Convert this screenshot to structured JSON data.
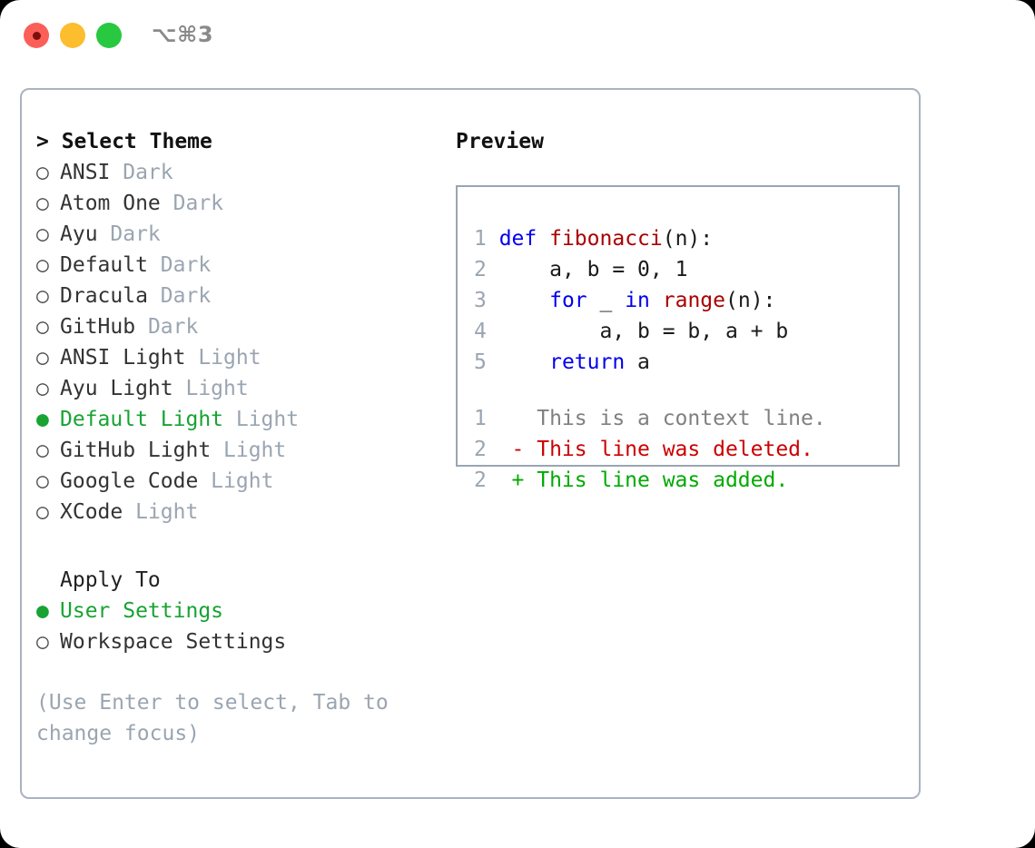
{
  "titlebar": {
    "shortcut": "⌥⌘3",
    "buttons": {
      "close": "close-button",
      "minimize": "minimize-button",
      "maximize": "maximize-button"
    },
    "colors": {
      "close": "#fb5f57",
      "close_inner": "#7a0f0c",
      "minimize": "#fcbd2e",
      "maximize": "#28c840"
    }
  },
  "theme_picker": {
    "header": "> Select Theme",
    "bullet_selected": "●",
    "bullet_unselected": "○",
    "accent_color": "#18a333",
    "tag_color": "#9aa5b1",
    "items": [
      {
        "name": "ANSI",
        "tag": "Dark",
        "selected": false
      },
      {
        "name": "Atom One",
        "tag": "Dark",
        "selected": false
      },
      {
        "name": "Ayu",
        "tag": "Dark",
        "selected": false
      },
      {
        "name": "Default",
        "tag": "Dark",
        "selected": false
      },
      {
        "name": "Dracula",
        "tag": "Dark",
        "selected": false
      },
      {
        "name": "GitHub",
        "tag": "Dark",
        "selected": false
      },
      {
        "name": "ANSI Light",
        "tag": "Light",
        "selected": false
      },
      {
        "name": "Ayu Light",
        "tag": "Light",
        "selected": false
      },
      {
        "name": "Default Light",
        "tag": "Light",
        "selected": true
      },
      {
        "name": "GitHub Light",
        "tag": "Light",
        "selected": false
      },
      {
        "name": "Google Code",
        "tag": "Light",
        "selected": false
      },
      {
        "name": "XCode",
        "tag": "Light",
        "selected": false
      }
    ]
  },
  "apply_to": {
    "header": "Apply To",
    "items": [
      {
        "name": "User Settings",
        "selected": true
      },
      {
        "name": "Workspace Settings",
        "selected": false
      }
    ]
  },
  "hint": "(Use Enter to select, Tab to change focus)",
  "preview": {
    "title": "Preview",
    "code_lines": [
      {
        "num": "1",
        "tokens": [
          {
            "t": "def",
            "c": "kw"
          },
          {
            "t": " ",
            "c": "plain"
          },
          {
            "t": "fibonacci",
            "c": "fn"
          },
          {
            "t": "(n):",
            "c": "plain"
          }
        ]
      },
      {
        "num": "2",
        "tokens": [
          {
            "t": "    a, b = 0, 1",
            "c": "plain"
          }
        ]
      },
      {
        "num": "3",
        "tokens": [
          {
            "t": "    ",
            "c": "plain"
          },
          {
            "t": "for",
            "c": "kw"
          },
          {
            "t": " _ ",
            "c": "plain"
          },
          {
            "t": "in",
            "c": "kw"
          },
          {
            "t": " ",
            "c": "plain"
          },
          {
            "t": "range",
            "c": "fn"
          },
          {
            "t": "(n):",
            "c": "plain"
          }
        ]
      },
      {
        "num": "4",
        "tokens": [
          {
            "t": "        a, b = b, a + b",
            "c": "plain"
          }
        ]
      },
      {
        "num": "5",
        "tokens": [
          {
            "t": "    ",
            "c": "plain"
          },
          {
            "t": "return",
            "c": "kw"
          },
          {
            "t": " a",
            "c": "plain"
          }
        ]
      }
    ],
    "diff_lines": [
      {
        "num": "1",
        "marker": " ",
        "text": "This is a context line.",
        "kind": "ctx"
      },
      {
        "num": "2",
        "marker": "-",
        "text": "This line was deleted.",
        "kind": "del"
      },
      {
        "num": "2",
        "marker": "+",
        "text": "This line was added.",
        "kind": "add"
      }
    ],
    "syntax_colors": {
      "keyword": "#0000ee",
      "function": "#aa0000",
      "plain": "#1a1a1a",
      "line_number": "#9aa5b1",
      "context": "#808080",
      "deleted": "#cc0000",
      "added": "#00aa00"
    }
  }
}
